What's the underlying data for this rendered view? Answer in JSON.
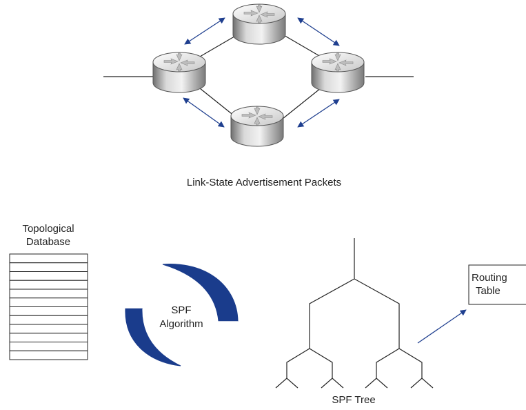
{
  "network": {
    "caption": "Link-State Advertisement Packets",
    "routers": [
      {
        "name": "router-top"
      },
      {
        "name": "router-left"
      },
      {
        "name": "router-right"
      },
      {
        "name": "router-bottom"
      }
    ]
  },
  "database": {
    "label_line1": "Topological",
    "label_line2": "Database",
    "row_count": 12
  },
  "algorithm": {
    "label_line1": "SPF",
    "label_line2": "Algorithm"
  },
  "tree": {
    "caption": "SPF Tree"
  },
  "routing_table": {
    "label_line1": "Routing",
    "label_line2": "Table"
  },
  "colors": {
    "arrow": "#1f3f8f",
    "swoosh": "#1a3c8c",
    "line": "#222222",
    "router_top": "#f4f4f4",
    "router_side": "#9a9a9a"
  }
}
